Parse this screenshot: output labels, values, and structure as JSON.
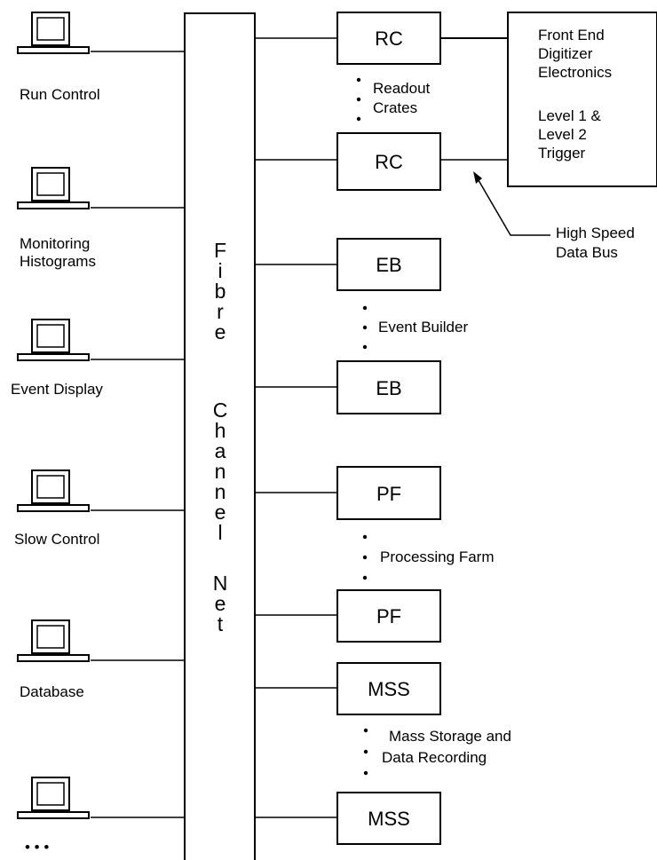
{
  "workstations": [
    {
      "id": "run-control",
      "label": "Run Control"
    },
    {
      "id": "monitoring",
      "label_lines": [
        "Monitoring",
        "Histograms"
      ]
    },
    {
      "id": "event-display",
      "label": "Event Display"
    },
    {
      "id": "slow-control",
      "label": "Slow Control"
    },
    {
      "id": "database",
      "label": "Database"
    },
    {
      "id": "more",
      "label": "• • •"
    }
  ],
  "bus": {
    "label_lines": [
      "F",
      "i",
      "b",
      "r",
      "e",
      "",
      "C",
      "h",
      "a",
      "n",
      "n",
      "e",
      "l",
      "",
      "N",
      "e",
      "t"
    ]
  },
  "boxes": {
    "rc1": "RC",
    "rc2": "RC",
    "eb1": "EB",
    "eb2": "EB",
    "pf1": "PF",
    "pf2": "PF",
    "mss1": "MSS",
    "mss2": "MSS"
  },
  "groups": {
    "readout": [
      "Readout",
      "Crates"
    ],
    "event_builder": "Event Builder",
    "processing_farm": "Processing Farm",
    "mass_storage": [
      "Mass Storage and",
      "Data Recording"
    ]
  },
  "front_end": {
    "lines": [
      "Front End",
      "Digitizer",
      "Electronics",
      "",
      "Level 1 &",
      "Level 2",
      "Trigger"
    ]
  },
  "annotations": {
    "data_bus": [
      "High Speed",
      "Data Bus"
    ]
  }
}
